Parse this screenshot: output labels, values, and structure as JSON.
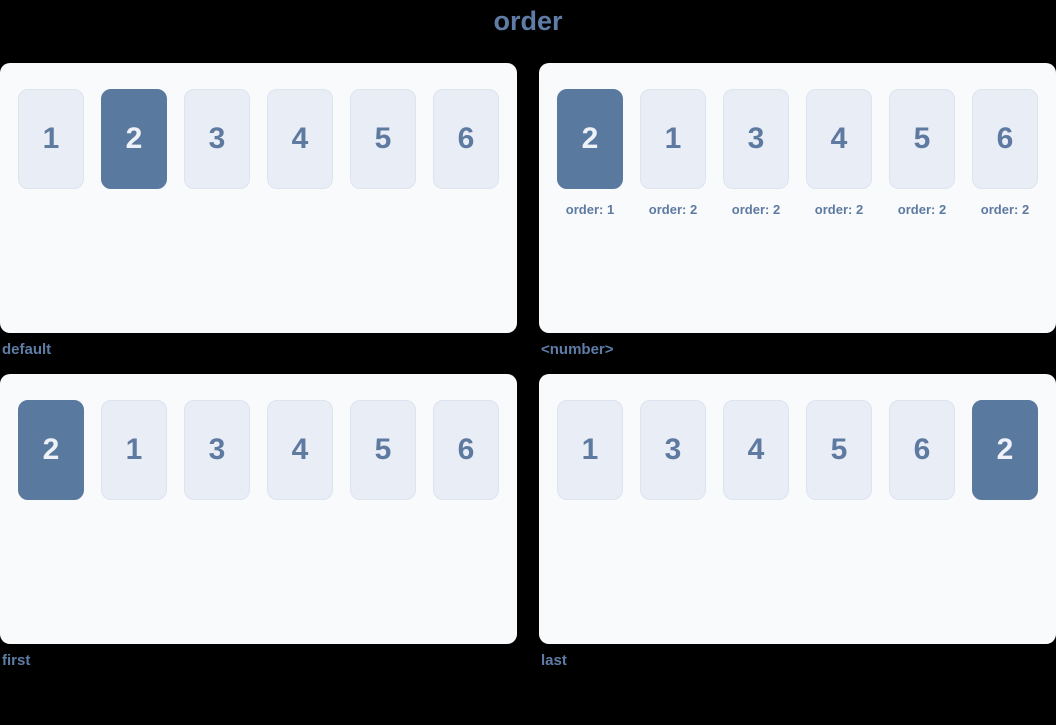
{
  "page": {
    "title": "order"
  },
  "colors": {
    "background": "#000000",
    "panel_bg": "#f9fafc",
    "item_bg": "#e9edf6",
    "item_border": "#dce4f0",
    "item_text": "#5e7aa1",
    "highlight_bg": "#5a799f",
    "highlight_text": "#eef2f8",
    "accent_text": "#5e7ca6"
  },
  "panels": [
    {
      "caption": "default",
      "items": [
        {
          "label": "1",
          "highlight": false
        },
        {
          "label": "2",
          "highlight": true
        },
        {
          "label": "3",
          "highlight": false
        },
        {
          "label": "4",
          "highlight": false
        },
        {
          "label": "5",
          "highlight": false
        },
        {
          "label": "6",
          "highlight": false
        }
      ]
    },
    {
      "caption": "<number>",
      "items": [
        {
          "label": "2",
          "highlight": true,
          "order_label": "order: 1"
        },
        {
          "label": "1",
          "highlight": false,
          "order_label": "order: 2"
        },
        {
          "label": "3",
          "highlight": false,
          "order_label": "order: 2"
        },
        {
          "label": "4",
          "highlight": false,
          "order_label": "order: 2"
        },
        {
          "label": "5",
          "highlight": false,
          "order_label": "order: 2"
        },
        {
          "label": "6",
          "highlight": false,
          "order_label": "order: 2"
        }
      ]
    },
    {
      "caption": "first",
      "items": [
        {
          "label": "2",
          "highlight": true
        },
        {
          "label": "1",
          "highlight": false
        },
        {
          "label": "3",
          "highlight": false
        },
        {
          "label": "4",
          "highlight": false
        },
        {
          "label": "5",
          "highlight": false
        },
        {
          "label": "6",
          "highlight": false
        }
      ]
    },
    {
      "caption": "last",
      "items": [
        {
          "label": "1",
          "highlight": false
        },
        {
          "label": "3",
          "highlight": false
        },
        {
          "label": "4",
          "highlight": false
        },
        {
          "label": "5",
          "highlight": false
        },
        {
          "label": "6",
          "highlight": false
        },
        {
          "label": "2",
          "highlight": true
        }
      ]
    }
  ]
}
